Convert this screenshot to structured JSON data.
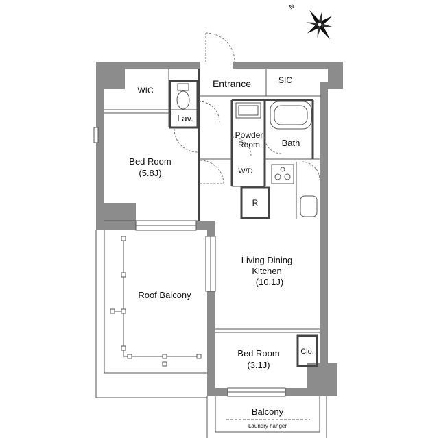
{
  "rooms": {
    "wic": "WIC",
    "entrance": "Entrance",
    "sic": "SIC",
    "lav": "Lav.",
    "powder_line1": "Powder",
    "powder_line2": "Room",
    "bath": "Bath",
    "wd": "W/D",
    "fridge": "R",
    "bed1_name": "Bed Room",
    "bed1_size": "(5.8J)",
    "ldk_line1": "Living Dining",
    "ldk_line2": "Kitchen",
    "ldk_size": "(10.1J)",
    "roof_balcony": "Roof Balcony",
    "bed2_name": "Bed Room",
    "bed2_size": "(3.1J)",
    "closet": "Clo.",
    "balcony": "Balcony",
    "laundry": "Laundry hanger"
  },
  "compass": {
    "north_label": "N"
  }
}
